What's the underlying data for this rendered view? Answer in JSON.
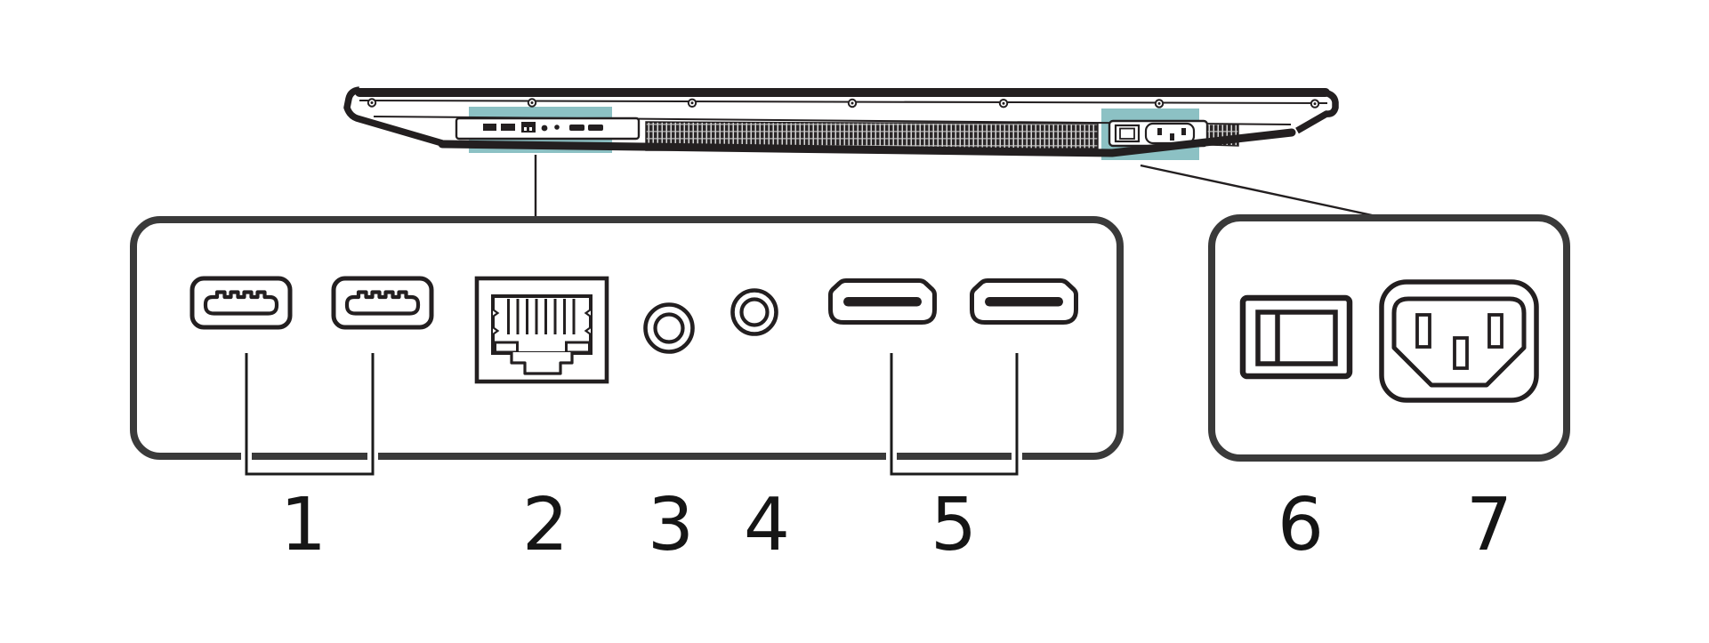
{
  "diagram": {
    "name": "display-bottom-ports-callout-diagram",
    "port_labels": [
      {
        "number": "1",
        "name": "usb-a-ports",
        "port_count": 2
      },
      {
        "number": "2",
        "name": "ethernet-rj45-port",
        "port_count": 1
      },
      {
        "number": "3",
        "name": "audio-jack-port",
        "port_count": 1
      },
      {
        "number": "4",
        "name": "audio-jack-port",
        "port_count": 1
      },
      {
        "number": "5",
        "name": "hdmi-ports",
        "port_count": 2
      },
      {
        "number": "6",
        "name": "power-switch",
        "port_count": 1
      },
      {
        "number": "7",
        "name": "ac-power-inlet",
        "port_count": 1
      }
    ],
    "highlights": [
      {
        "name": "io-ports-area-highlight"
      },
      {
        "name": "power-area-highlight"
      }
    ]
  },
  "colors": {
    "background": "#ffffff",
    "line": "#231f20",
    "callout_border": "#3a3a3a",
    "highlight_teal": "#8cc1c4",
    "label_text": "#151515"
  }
}
